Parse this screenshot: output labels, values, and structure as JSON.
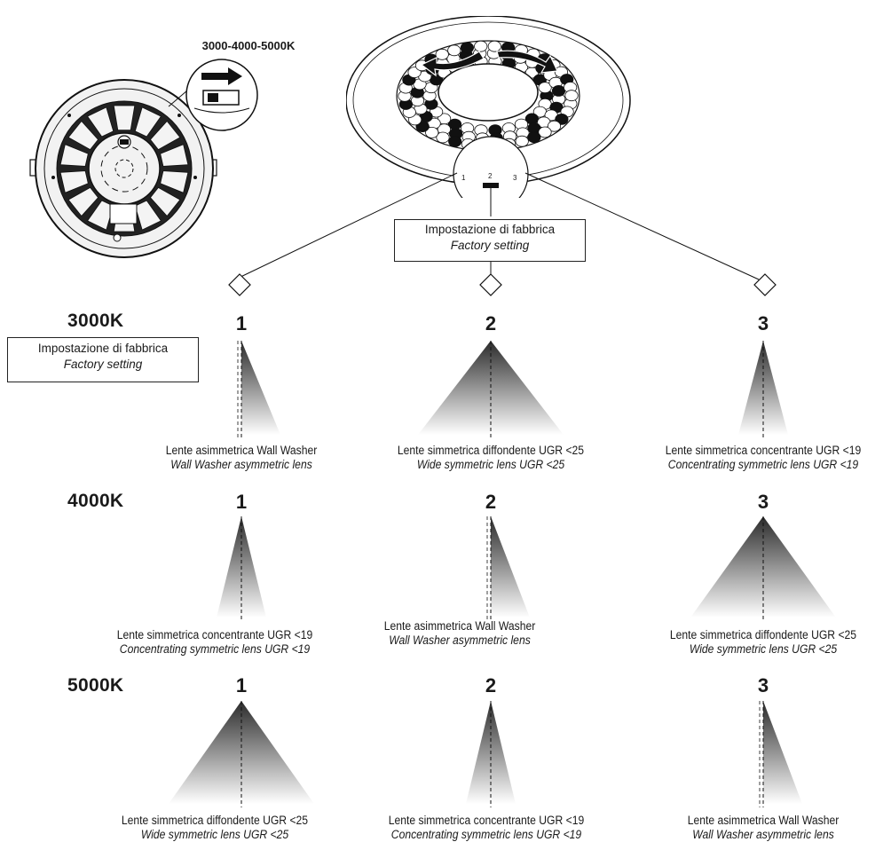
{
  "switch_label": "3000-4000-5000K",
  "selector_digits": [
    "1",
    "2",
    "3"
  ],
  "factory_box": {
    "line1": "Impostazione di fabbrica",
    "line2": "Factory setting"
  },
  "left_box": {
    "line1": "Impostazione di fabbrica",
    "line2": "Factory setting"
  },
  "rows": [
    {
      "temp": "3000K",
      "cells": [
        {
          "num": "1",
          "beam": "asymmetric",
          "it_line": "Lente asimmetrica Wall Washer",
          "en_line": "Wall Washer asymmetric lens"
        },
        {
          "num": "2",
          "beam": "wide",
          "it_line": "Lente simmetrica diffondente UGR <25",
          "en_line": "Wide symmetric lens UGR <25"
        },
        {
          "num": "3",
          "beam": "narrow",
          "it_line": "Lente simmetrica concentrante UGR <19",
          "en_line": "Concentrating symmetric lens UGR <19"
        }
      ]
    },
    {
      "temp": "4000K",
      "cells": [
        {
          "num": "1",
          "beam": "narrow",
          "it_line": "Lente simmetrica concentrante UGR <19",
          "en_line": "Concentrating symmetric lens UGR <19"
        },
        {
          "num": "2",
          "beam": "asymmetric",
          "it_line": "Lente asimmetrica Wall Washer",
          "en_line": "Wall Washer asymmetric lens"
        },
        {
          "num": "3",
          "beam": "wide",
          "it_line": "Lente simmetrica diffondente UGR <25",
          "en_line": "Wide symmetric lens UGR <25"
        }
      ]
    },
    {
      "temp": "5000K",
      "cells": [
        {
          "num": "1",
          "beam": "wide",
          "it_line": "Lente simmetrica diffondente UGR <25",
          "en_line": "Wide symmetric lens UGR <25"
        },
        {
          "num": "2",
          "beam": "narrow",
          "it_line": "Lente simmetrica concentrante UGR <19",
          "en_line": "Concentrating symmetric lens UGR <19"
        },
        {
          "num": "3",
          "beam": "asymmetric",
          "it_line": "Lente asimmetrica Wall Washer",
          "en_line": "Wall Washer asymmetric lens"
        }
      ]
    }
  ]
}
